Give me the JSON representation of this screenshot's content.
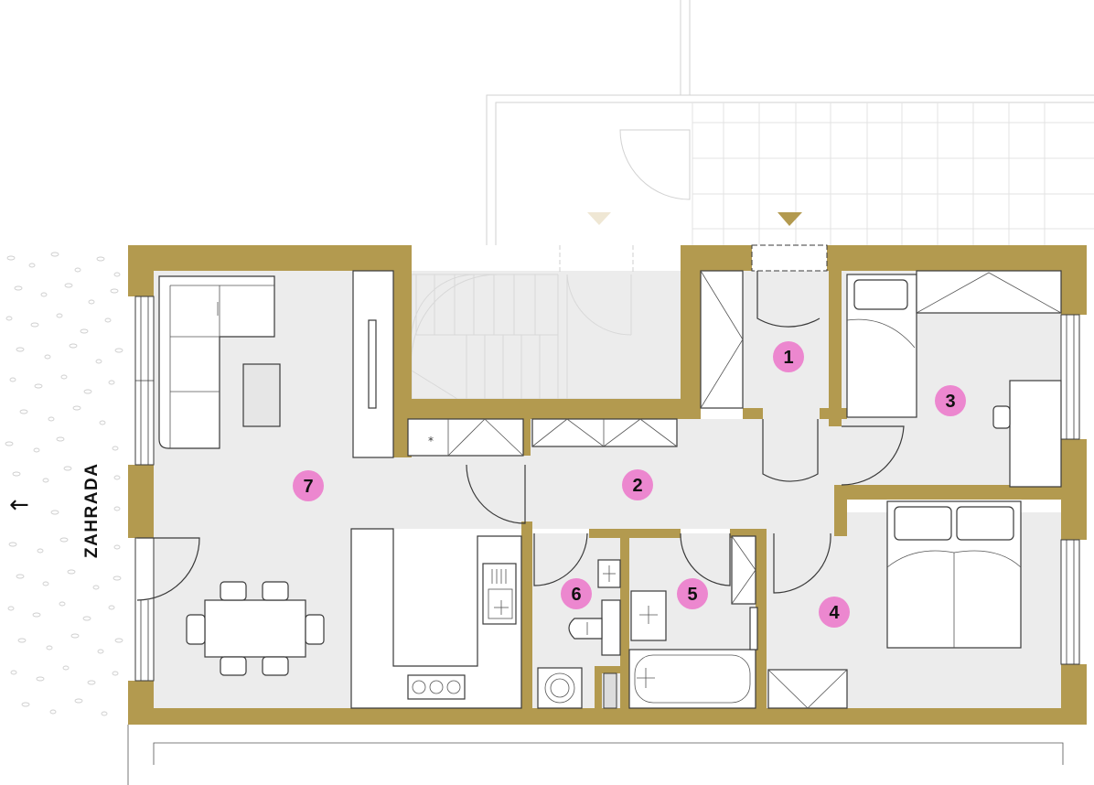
{
  "garden": {
    "label": "ZAHRADA",
    "arrow": "←"
  },
  "rooms": [
    {
      "id": "1",
      "label": "1",
      "color": "#ec87cf"
    },
    {
      "id": "2",
      "label": "2",
      "color": "#ec87cf"
    },
    {
      "id": "3",
      "label": "3",
      "color": "#ec87cf"
    },
    {
      "id": "4",
      "label": "4",
      "color": "#ec87cf"
    },
    {
      "id": "5",
      "label": "5",
      "color": "#ec87cf"
    },
    {
      "id": "6",
      "label": "6",
      "color": "#ec87cf"
    },
    {
      "id": "7",
      "label": "7",
      "color": "#ec87cf"
    }
  ],
  "colors": {
    "wall": "#b39a4f",
    "floor": "#ececec",
    "badge": "#ec87cf",
    "entrance_marker": "#b39a4f"
  }
}
